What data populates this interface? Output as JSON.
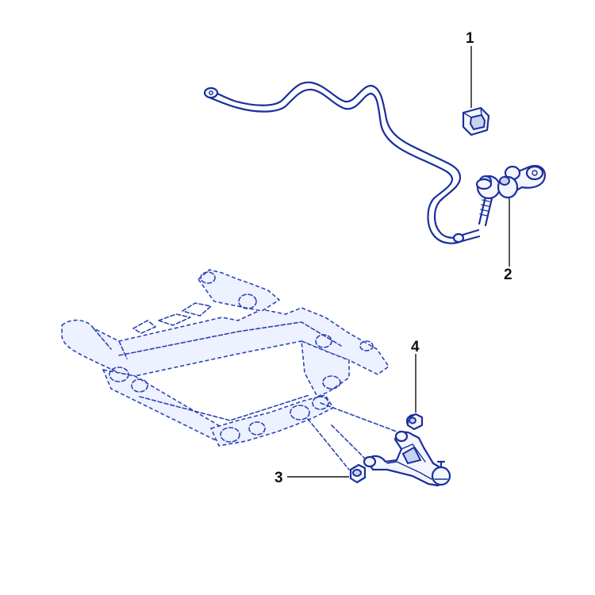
{
  "callouts": [
    {
      "id": "1",
      "label": "1"
    },
    {
      "id": "2",
      "label": "2"
    },
    {
      "id": "3",
      "label": "3"
    },
    {
      "id": "4",
      "label": "4"
    }
  ],
  "colors": {
    "line": "#1a2f9c",
    "dashed_line": "#2b45b6",
    "label": "#111111",
    "background": "#ffffff"
  }
}
